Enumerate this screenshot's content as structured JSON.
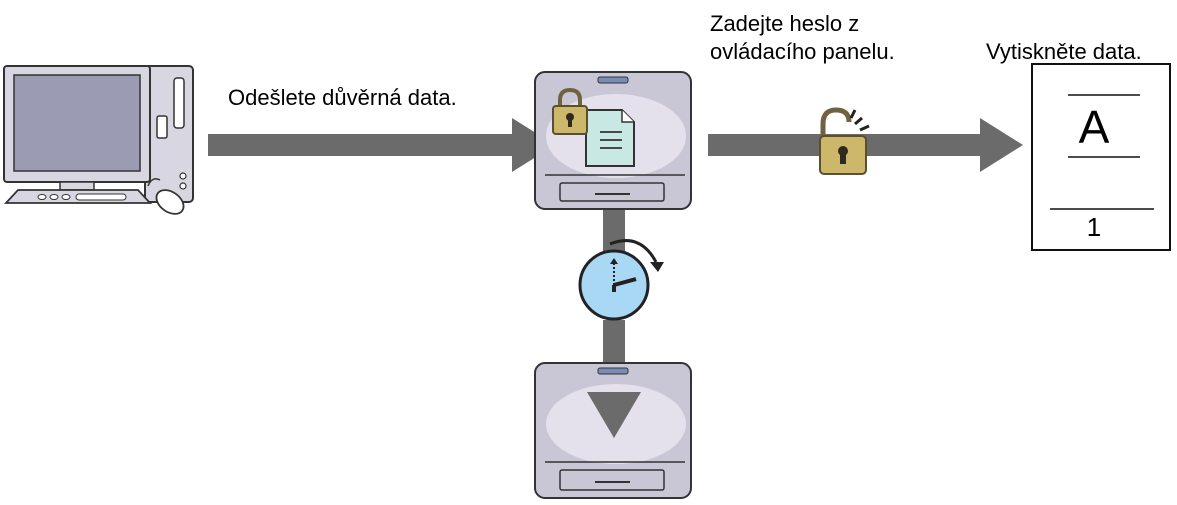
{
  "labels": {
    "send": "Odešlete důvěrná data.",
    "password_line1": "Zadejte heslo z",
    "password_line2": "ovládacího panelu.",
    "print": "Vytiskněte data."
  },
  "output_page": {
    "letter": "A",
    "page_number": "1"
  },
  "icons": {
    "computer": "desktop-computer-icon",
    "printer": "printer-icon",
    "locked": "padlock-locked-icon",
    "unlocked": "padlock-unlocked-icon",
    "document": "document-icon",
    "timer": "clock-timer-icon",
    "page": "printed-page-icon"
  },
  "colors": {
    "arrow": "#6b6b6b",
    "printer_body": "#c9c6d6",
    "printer_tray": "#e4e1ec",
    "screen": "#9b9cb4",
    "clock_face": "#a9d8f5",
    "padlock_gold": "#cdb76b",
    "document": "#c8e8e4"
  }
}
